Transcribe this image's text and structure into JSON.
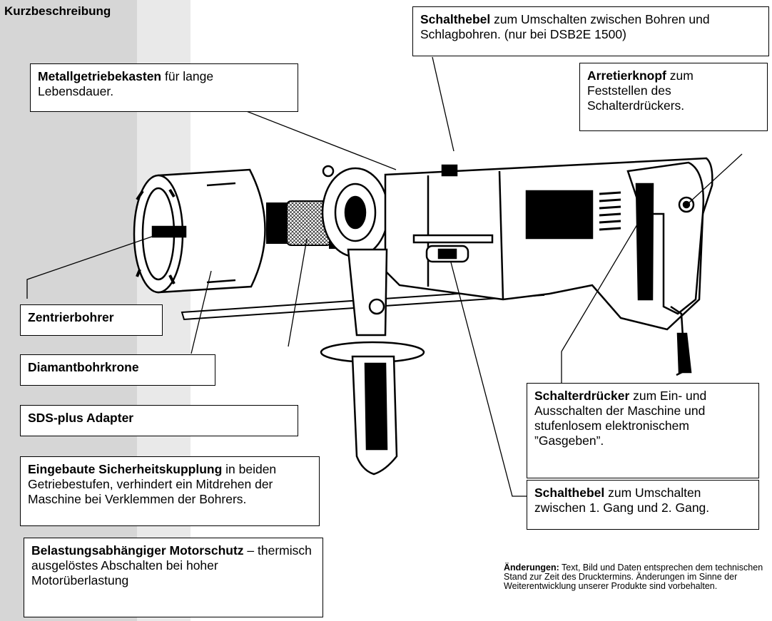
{
  "title": "Kurzbeschreibung",
  "callouts": {
    "schalthebel_schlag": {
      "bold": "Schalthebel",
      "text": " zum Umschalten zwischen Bohren und Schlagbohren. (nur bei DSB2E 1500)"
    },
    "metallgetriebe": {
      "bold": "Metallgetriebekasten",
      "text": " für lange Lebensdauer."
    },
    "arretierknopf": {
      "bold": "Arretierknopf",
      "text": " zum Feststellen des Schalterdrückers."
    },
    "zentrierbohrer": {
      "bold": "Zentrierbohrer",
      "text": ""
    },
    "diamantbohrkrone": {
      "bold": "Diamantbohrkrone",
      "text": ""
    },
    "sds": {
      "bold": "SDS-plus Adapter",
      "text": ""
    },
    "sicherheitskupplung": {
      "bold": "Eingebaute Sicherheitskupplung",
      "text": " in beiden Getriebestufen, verhindert ein Mitdrehen der Maschine bei Verklemmen der Bohrers."
    },
    "motorschutz": {
      "bold": "Belastungsabhängiger Motorschutz",
      "text": " – thermisch ausgelöstes Abschalten bei hoher Motorüberlastung"
    },
    "schalterdruecker": {
      "bold": "Schalterdrücker",
      "text": " zum Ein- und Ausschalten der Maschine und stufenlosem elektronischem ”Gasgeben”."
    },
    "schalthebel_gang": {
      "bold": "Schalthebel",
      "text": " zum Umschalten zwischen 1. Gang und 2. Gang."
    }
  },
  "note": {
    "bold": "Änderungen:",
    "text": " Text, Bild und Daten entsprechen dem technischen Stand zur Zeit des Drucktermins. Änderungen im Sinne der Weiterentwicklung unserer Produkte sind vorbehalten."
  }
}
